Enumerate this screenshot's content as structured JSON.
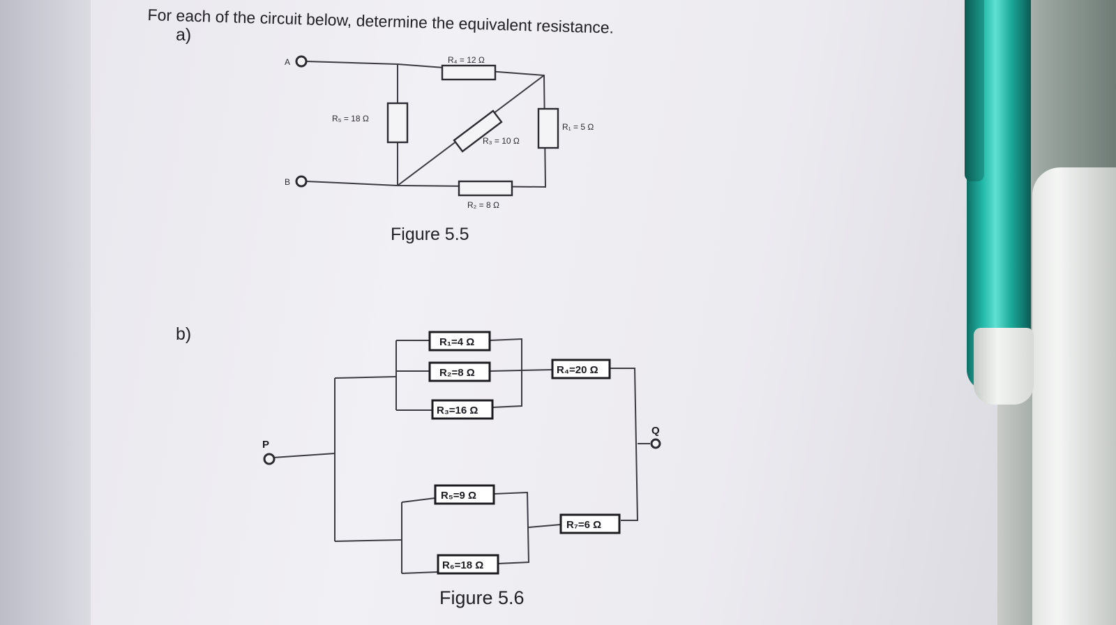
{
  "document": {
    "heading": "For each of the circuit below, determine the equivalent resistance.",
    "part_a_label": "a)",
    "part_b_label": "b)"
  },
  "figure_a": {
    "caption": "Figure 5.5",
    "terminals": [
      "A",
      "B"
    ],
    "resistors": {
      "r4": "R₄ = 12 Ω",
      "r5": "R₅ = 18 Ω",
      "r3": "R₃ = 10 Ω",
      "r1": "R₁ = 5 Ω",
      "r2": "R₂ = 8 Ω"
    }
  },
  "figure_b": {
    "caption": "Figure 5.6",
    "terminals": [
      "P",
      "Q"
    ],
    "resistors": {
      "r1": "R₁=4 Ω",
      "r2": "R₂=8 Ω",
      "r3": "R₃=16 Ω",
      "r4": "R₄=20 Ω",
      "r5": "R₅=9 Ω",
      "r6": "R₆=18 Ω",
      "r7": "R₇=6 Ω"
    }
  }
}
